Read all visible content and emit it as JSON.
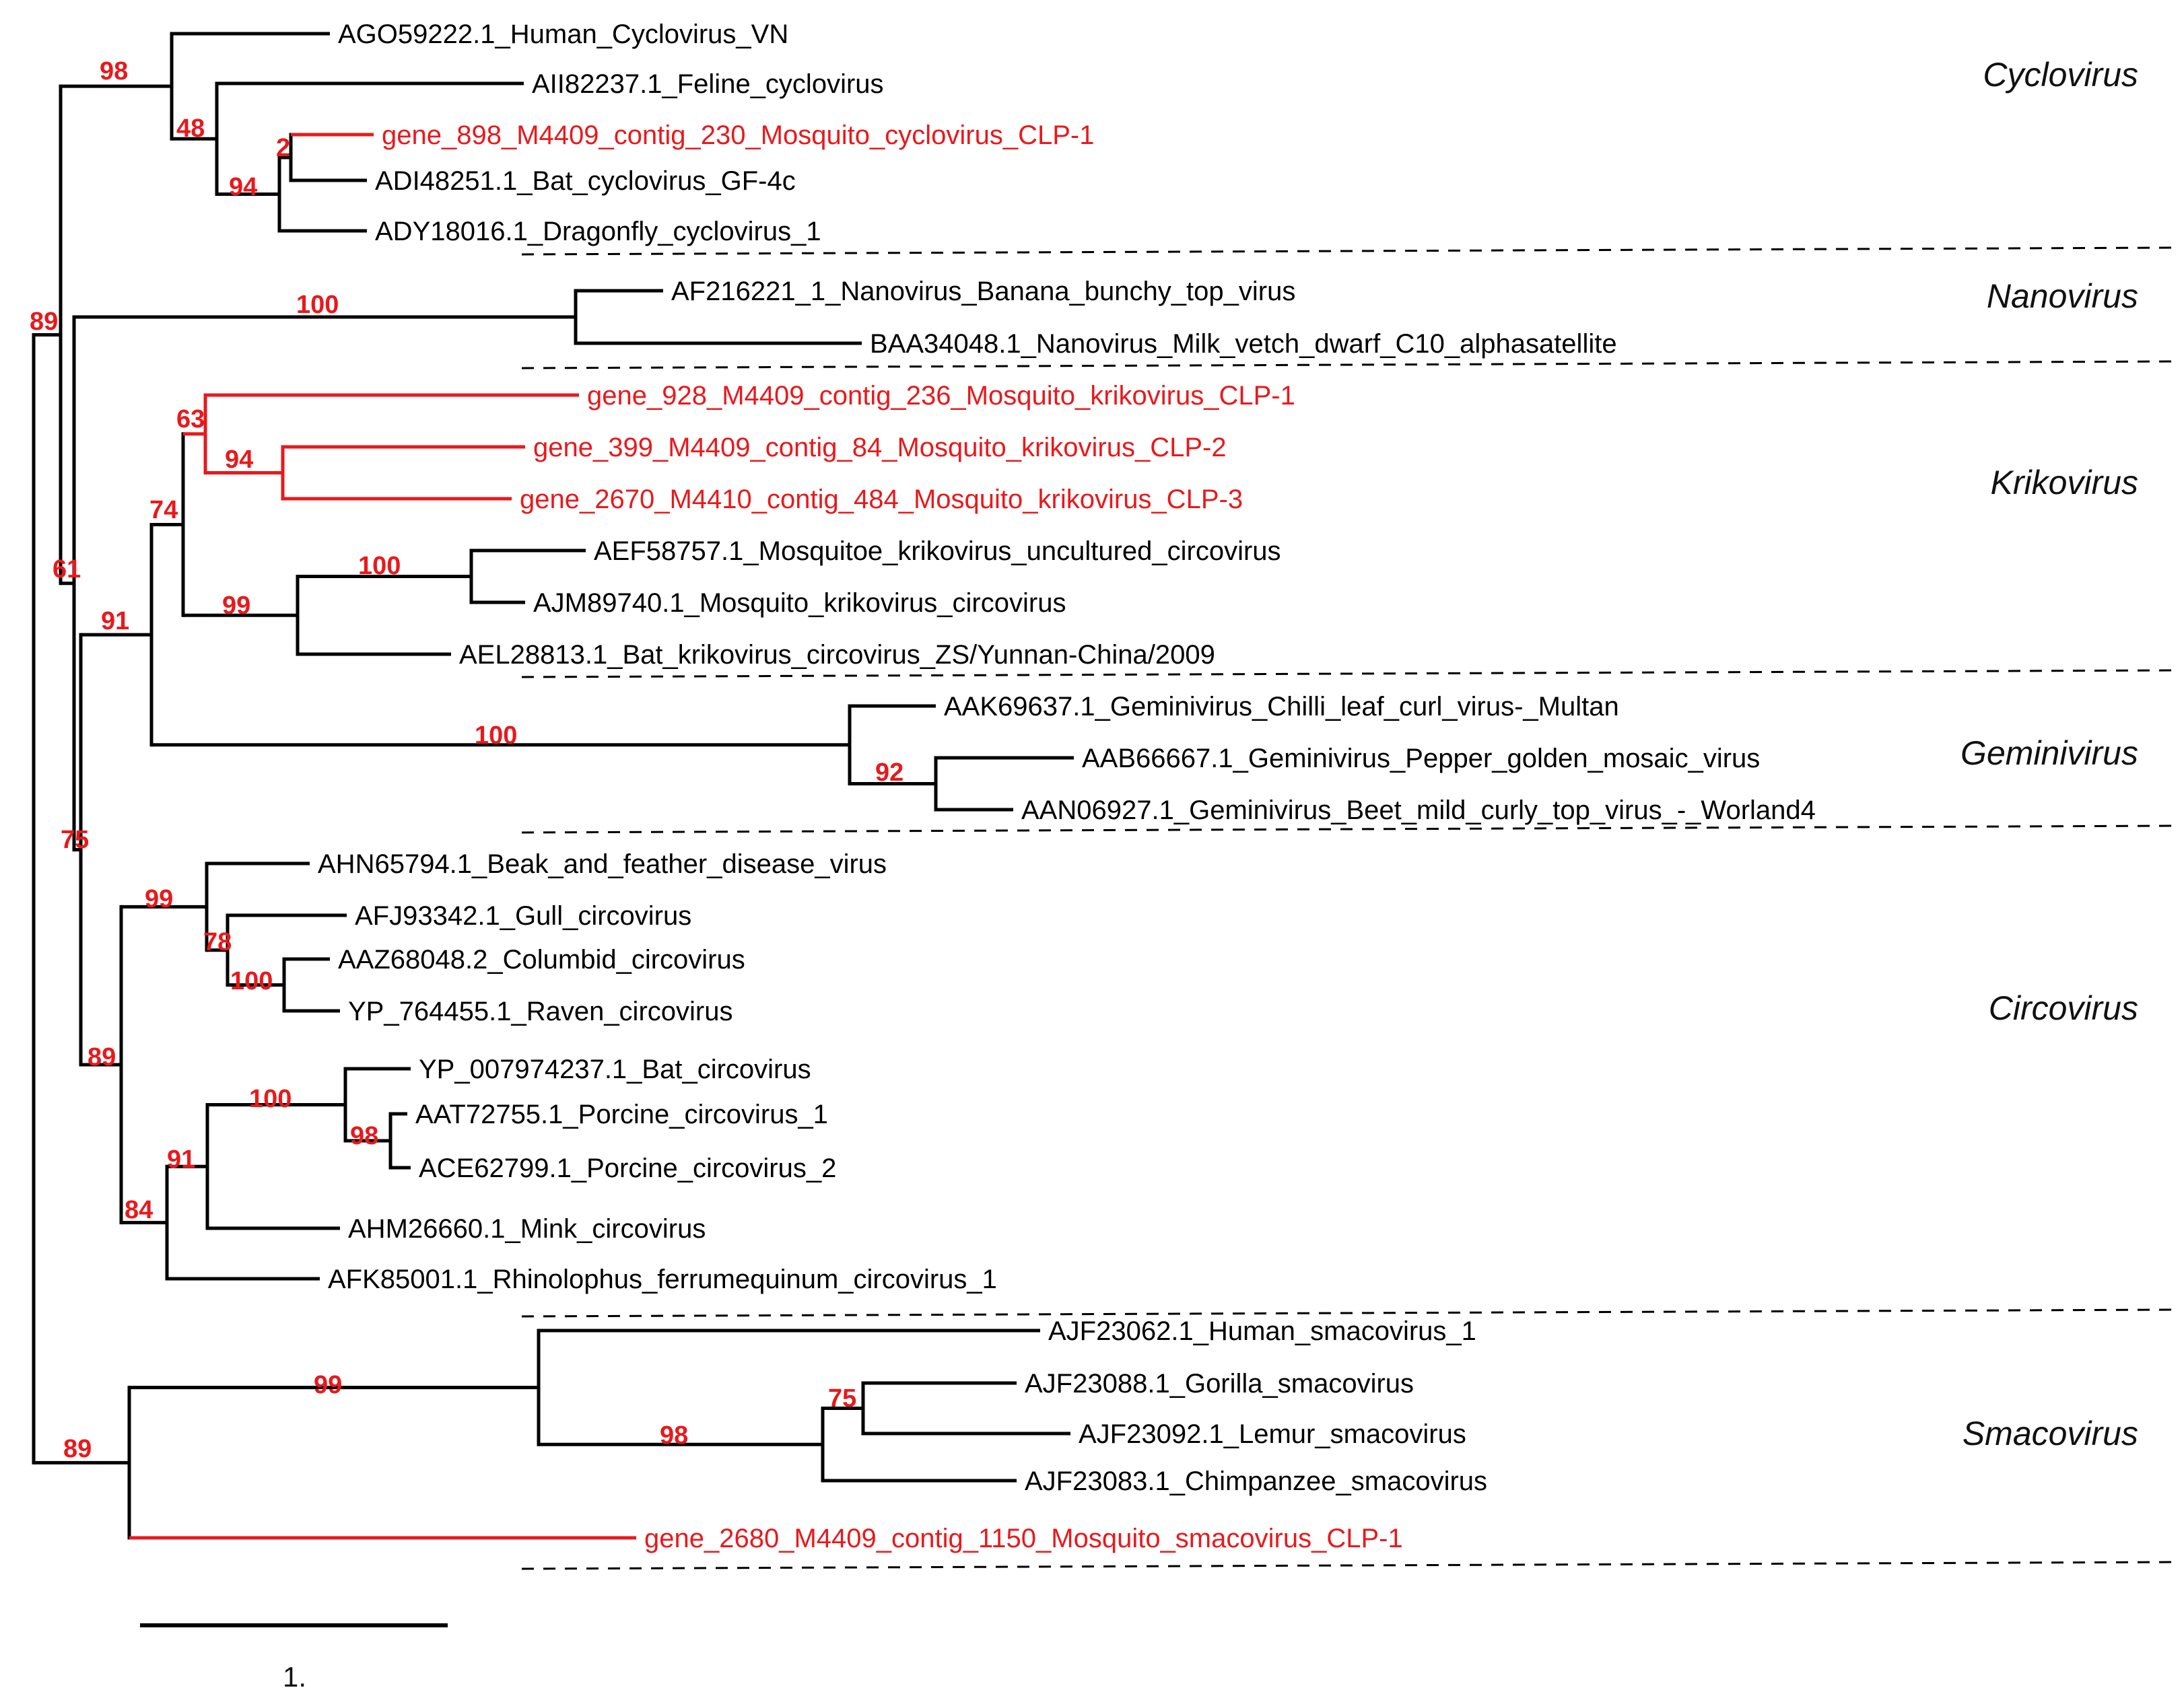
{
  "colors": {
    "default": "#000000",
    "highlight": "#e8191c"
  },
  "tree": {
    "name": "root",
    "children": [
      {
        "name": "n89_top",
        "support": "89",
        "children": [
          {
            "name": "n98",
            "support": "98",
            "children": [
              {
                "name": "AGO59222.1_Human_Cyclovirus_VN",
                "leaf": true
              },
              {
                "name": "n48",
                "support": "48",
                "children": [
                  {
                    "name": "AII82237.1_Feline_cyclovirus",
                    "leaf": true
                  },
                  {
                    "name": "n94a",
                    "support": "94",
                    "children": [
                      {
                        "name": "n2",
                        "support": "2",
                        "children": [
                          {
                            "name": "gene_898_M4409_contig_230_Mosquito_cyclovirus_CLP-1",
                            "leaf": true,
                            "highlight": true
                          },
                          {
                            "name": "ADI48251.1_Bat_cyclovirus_GF-4c",
                            "leaf": true
                          }
                        ]
                      },
                      {
                        "name": "ADY18016.1_Dragonfly_cyclovirus_1",
                        "leaf": true
                      }
                    ]
                  }
                ]
              }
            ]
          },
          {
            "name": "n61",
            "support": "61",
            "children": [
              {
                "name": "n100_nano",
                "support": "100",
                "children": [
                  {
                    "name": "AF216221_1_Nanovirus_Banana_bunchy_top_virus",
                    "leaf": true
                  },
                  {
                    "name": "BAA34048.1_Nanovirus_Milk_vetch_dwarf_C10_alphasatellite",
                    "leaf": true
                  }
                ]
              },
              {
                "name": "n75",
                "support": "75",
                "children": [
                  {
                    "name": "n91_a",
                    "support": "91",
                    "children": [
                      {
                        "name": "n74",
                        "support": "74",
                        "children": [
                          {
                            "name": "n63",
                            "support": "63",
                            "highlight": true,
                            "children": [
                              {
                                "name": "gene_928_M4409_contig_236_Mosquito_krikovirus_CLP-1",
                                "leaf": true,
                                "highlight": true
                              },
                              {
                                "name": "n94b",
                                "support": "94",
                                "highlight": true,
                                "children": [
                                  {
                                    "name": "gene_399_M4409_contig_84_Mosquito_krikovirus_CLP-2",
                                    "leaf": true,
                                    "highlight": true
                                  },
                                  {
                                    "name": "gene_2670_M4410_contig_484_Mosquito_krikovirus_CLP-3",
                                    "leaf": true,
                                    "highlight": true
                                  }
                                ]
                              }
                            ]
                          },
                          {
                            "name": "n99_kriko",
                            "support": "99",
                            "children": [
                              {
                                "name": "n100_kriko",
                                "support": "100",
                                "children": [
                                  {
                                    "name": "AEF58757.1_Mosquitoe_krikovirus_uncultured_circovirus",
                                    "leaf": true
                                  },
                                  {
                                    "name": "AJM89740.1_Mosquito_krikovirus_circovirus",
                                    "leaf": true
                                  }
                                ]
                              },
                              {
                                "name": "AEL28813.1_Bat_krikovirus_circovirus_ZS/Yunnan-China/2009",
                                "leaf": true
                              }
                            ]
                          }
                        ]
                      },
                      {
                        "name": "n100_gemini",
                        "support": "100",
                        "children": [
                          {
                            "name": "AAK69637.1_Geminivirus_Chilli_leaf_curl_virus-_Multan",
                            "leaf": true
                          },
                          {
                            "name": "n92",
                            "support": "92",
                            "children": [
                              {
                                "name": "AAB66667.1_Geminivirus_Pepper_golden_mosaic_virus",
                                "leaf": true
                              },
                              {
                                "name": "AAN06927.1_Geminivirus_Beet_mild_curly_top_virus_-_Worland4",
                                "leaf": true
                              }
                            ]
                          }
                        ]
                      }
                    ]
                  },
                  {
                    "name": "n89_circo",
                    "support": "89",
                    "children": [
                      {
                        "name": "n99_circo",
                        "support": "99",
                        "children": [
                          {
                            "name": "AHN65794.1_Beak_and_feather_disease_virus",
                            "leaf": true
                          },
                          {
                            "name": "n78",
                            "support": "78",
                            "children": [
                              {
                                "name": "AFJ93342.1_Gull_circovirus",
                                "leaf": true
                              },
                              {
                                "name": "n100_col",
                                "support": "100",
                                "children": [
                                  {
                                    "name": "AAZ68048.2_Columbid_circovirus",
                                    "leaf": true
                                  },
                                  {
                                    "name": "YP_764455.1_Raven_circovirus",
                                    "leaf": true
                                  }
                                ]
                              }
                            ]
                          }
                        ]
                      },
                      {
                        "name": "n84",
                        "support": "84",
                        "children": [
                          {
                            "name": "n91_b",
                            "support": "91",
                            "children": [
                              {
                                "name": "n100_bat",
                                "support": "100",
                                "children": [
                                  {
                                    "name": "YP_007974237.1_Bat_circovirus",
                                    "leaf": true
                                  },
                                  {
                                    "name": "n98_porc",
                                    "support": "98",
                                    "children": [
                                      {
                                        "name": "AAT72755.1_Porcine_circovirus_1",
                                        "leaf": true
                                      },
                                      {
                                        "name": "ACE62799.1_Porcine_circovirus_2",
                                        "leaf": true
                                      }
                                    ]
                                  }
                                ]
                              },
                              {
                                "name": "AHM26660.1_Mink_circovirus",
                                "leaf": true
                              }
                            ]
                          },
                          {
                            "name": "AFK85001.1_Rhinolophus_ferrumequinum_circovirus_1",
                            "leaf": true
                          }
                        ]
                      }
                    ]
                  }
                ]
              }
            ]
          }
        ]
      },
      {
        "name": "n89_sma",
        "support": "89",
        "children": [
          {
            "name": "n99_sma",
            "support": "99",
            "children": [
              {
                "name": "AJF23062.1_Human_smacovirus_1",
                "leaf": true
              },
              {
                "name": "n98_sma",
                "support": "98",
                "children": [
                  {
                    "name": "n75_sma",
                    "support": "75",
                    "children": [
                      {
                        "name": "AJF23088.1_Gorilla_smacovirus",
                        "leaf": true
                      },
                      {
                        "name": "AJF23092.1_Lemur_smacovirus",
                        "leaf": true
                      }
                    ]
                  },
                  {
                    "name": "AJF23083.1_Chimpanzee_smacovirus",
                    "leaf": true
                  }
                ]
              }
            ]
          },
          {
            "name": "gene_2680_M4409_contig_1150_Mosquito_smacovirus_CLP-1",
            "leaf": true,
            "highlight": true
          }
        ]
      }
    ]
  },
  "clades": [
    {
      "name": "Cyclovirus"
    },
    {
      "name": "Nanovirus"
    },
    {
      "name": "Krikovirus"
    },
    {
      "name": "Geminivirus"
    },
    {
      "name": "Circovirus"
    },
    {
      "name": "Smacovirus"
    }
  ],
  "scale_bar": {
    "label": "1."
  }
}
